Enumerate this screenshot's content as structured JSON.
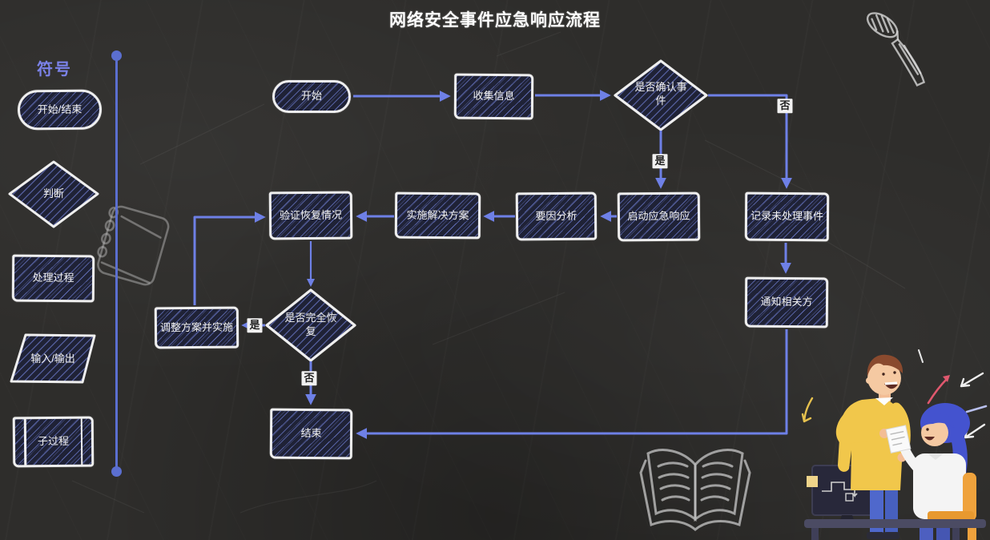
{
  "title": "网络安全事件应急响应流程",
  "legend": {
    "heading": "符号",
    "items": [
      {
        "shape": "stadium",
        "label": "开始/结束"
      },
      {
        "shape": "diamond",
        "label": "判断"
      },
      {
        "shape": "rect",
        "label": "处理过程"
      },
      {
        "shape": "parallelogram",
        "label": "输入/输出"
      },
      {
        "shape": "subprocess",
        "label": "子过程"
      }
    ]
  },
  "flow": {
    "nodes": {
      "start": "开始",
      "collect": "收集信息",
      "confirm": "是否确认事件",
      "launch": "启动应急响应",
      "record": "记录未处理事件",
      "cause": "要因分析",
      "implement": "实施解决方案",
      "verify": "验证恢复情况",
      "notify": "通知相关方",
      "recovered": "是否完全恢复",
      "adjust": "调整方案并实施",
      "end": "结束"
    },
    "edge_labels": {
      "confirm_yes": "是",
      "confirm_no": "否",
      "recovered_yes": "是",
      "recovered_no": "否"
    }
  },
  "colors": {
    "background": "#2e2d2b",
    "arrow": "#6e80e6",
    "timeline": "#5b6fd0",
    "legend_heading": "#7b82e8",
    "node_fill": "#1f2236",
    "node_hatch": "#8091f2",
    "node_border": "#efefef",
    "chip_bg": "#f1f1f1",
    "sweater_yellow": "#f1c74b",
    "hair_blue": "#4453cf",
    "chair_orange": "#efa23c"
  },
  "decorations": [
    "paintbrush-sketch",
    "notebook-sketch",
    "open-book-sketch",
    "people-illustration"
  ]
}
